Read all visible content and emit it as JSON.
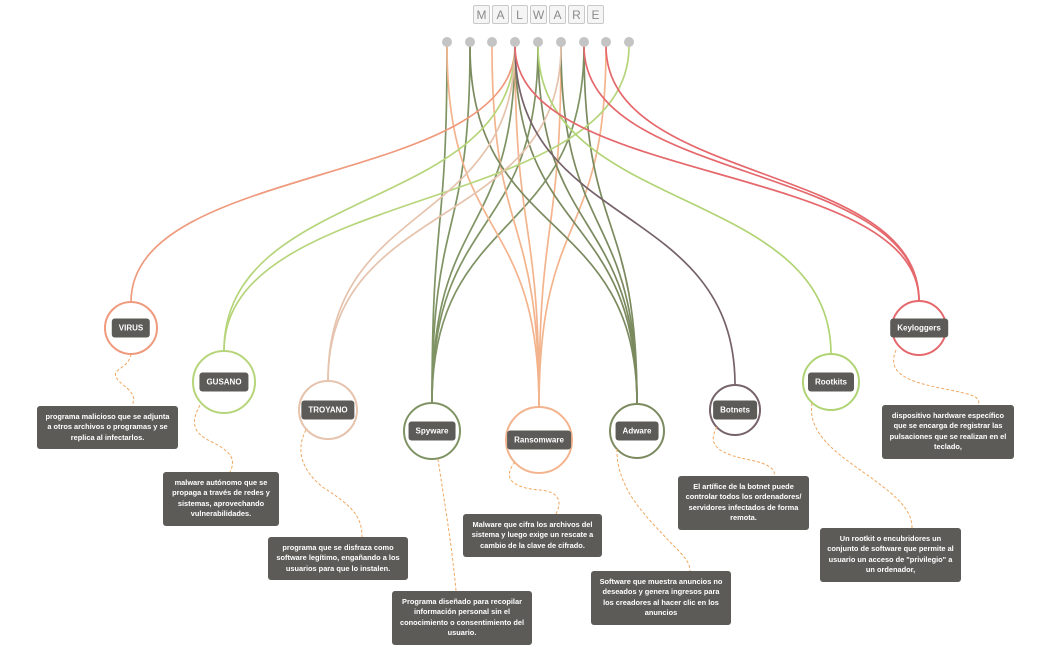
{
  "title_letters": [
    "M",
    "A",
    "L",
    "W",
    "A",
    "R",
    "E"
  ],
  "colors": {
    "virus": "#ef9a7d",
    "gusano": "#b6d57a",
    "troyano": "#e5c3ad",
    "spyware": "#7f9364",
    "ransomware": "#f3b48d",
    "adware": "#7b8a5f",
    "botnets": "#76626b",
    "rootkits": "#b0d474",
    "keyloggers": "#e5686c",
    "dots": "#c4c4c4",
    "dash": "#f0a860",
    "box": "#5c5b58"
  },
  "nodes": [
    {
      "id": "virus",
      "label": "VIRUS",
      "description": "programa malicioso que se adjunta a otros archivos o programas y se replica al infectarlos."
    },
    {
      "id": "gusano",
      "label": "GUSANO",
      "description": "malware autónomo que se propaga a través de redes y sistemas, aprovechando vulnerabilidades."
    },
    {
      "id": "troyano",
      "label": "TROYANO",
      "description": "programa que se disfraza como software legítimo, engañando a los usuarios para que lo instalen."
    },
    {
      "id": "spyware",
      "label": "Spyware",
      "description": "Programa diseñado para recopilar información personal sin el conocimiento o consentimiento del usuario."
    },
    {
      "id": "ransomware",
      "label": "Ransomware",
      "description": "Malware que cifra los archivos del sistema y luego exige un rescate a cambio de la clave de cifrado."
    },
    {
      "id": "adware",
      "label": "Adware",
      "description": "Software que muestra anuncios no deseados y genera ingresos para los creadores al hacer clic en los anuncios"
    },
    {
      "id": "botnets",
      "label": "Botnets",
      "description": "El artífice de la botnet puede controlar todos los ordenadores/ servidores infectados de forma remota."
    },
    {
      "id": "rootkits",
      "label": "Rootkits",
      "description": "Un rootkit o encubridores un conjunto de software que permite al usuario un acceso de \"privilegio\" a un ordenador,"
    },
    {
      "id": "keyloggers",
      "label": "Keyloggers",
      "description": "dispositivo hardware específico que se encarga de registrar las pulsaciones que se realizan en el teclado,"
    }
  ]
}
